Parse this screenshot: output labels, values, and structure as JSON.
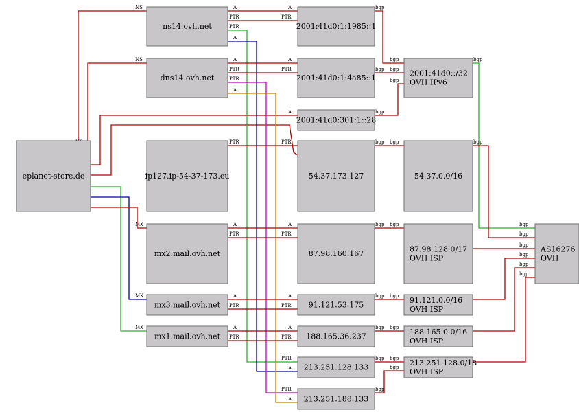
{
  "colors": {
    "red": "#b00000",
    "green": "#22b422",
    "blue": "#0000a0",
    "magenta": "#c000c0",
    "orange": "#c08000",
    "node_fill": "#c8c6c9",
    "node_border": "#6e6e6e"
  },
  "nodes": [
    {
      "id": "eplanet",
      "lines": [
        "eplanet-store.de"
      ]
    },
    {
      "id": "ns14",
      "lines": [
        "ns14.ovh.net"
      ]
    },
    {
      "id": "dns14",
      "lines": [
        "dns14.ovh.net"
      ]
    },
    {
      "id": "ip127",
      "lines": [
        "ip127.ip-54-37-173.eu"
      ]
    },
    {
      "id": "mx2",
      "lines": [
        "mx2.mail.ovh.net"
      ]
    },
    {
      "id": "mx3",
      "lines": [
        "mx3.mail.ovh.net"
      ]
    },
    {
      "id": "mx1",
      "lines": [
        "mx1.mail.ovh.net"
      ]
    },
    {
      "id": "ip6_1985",
      "lines": [
        "2001:41d0:1:1985::1"
      ]
    },
    {
      "id": "ip6_4a85",
      "lines": [
        "2001:41d0:1:4a85::1"
      ]
    },
    {
      "id": "ip6_301",
      "lines": [
        "2001:41d0:301:1::28"
      ]
    },
    {
      "id": "ip_54",
      "lines": [
        "54.37.173.127"
      ]
    },
    {
      "id": "ip_87",
      "lines": [
        "87.98.160.167"
      ]
    },
    {
      "id": "ip_91",
      "lines": [
        "91.121.53.175"
      ]
    },
    {
      "id": "ip_188",
      "lines": [
        "188.165.36.237"
      ]
    },
    {
      "id": "ip_213a",
      "lines": [
        "213.251.128.133"
      ]
    },
    {
      "id": "ip_213b",
      "lines": [
        "213.251.188.133"
      ]
    },
    {
      "id": "pfx6",
      "lines": [
        "2001:41d0::/32",
        "OVH IPv6"
      ]
    },
    {
      "id": "pfx54",
      "lines": [
        "54.37.0.0/16"
      ]
    },
    {
      "id": "pfx87",
      "lines": [
        "87.98.128.0/17",
        "OVH ISP"
      ]
    },
    {
      "id": "pfx91",
      "lines": [
        "91.121.0.0/16",
        "OVH ISP"
      ]
    },
    {
      "id": "pfx188",
      "lines": [
        "188.165.0.0/16",
        "OVH ISP"
      ]
    },
    {
      "id": "pfx213",
      "lines": [
        "213.251.128.0/18",
        "OVH ISP"
      ]
    },
    {
      "id": "as",
      "lines": [
        "AS16276",
        "OVH"
      ]
    }
  ],
  "edge_labels": {
    "ns": "NS",
    "a": "A",
    "ptr": "PTR",
    "mx": "MX",
    "bgp": "bgp"
  }
}
